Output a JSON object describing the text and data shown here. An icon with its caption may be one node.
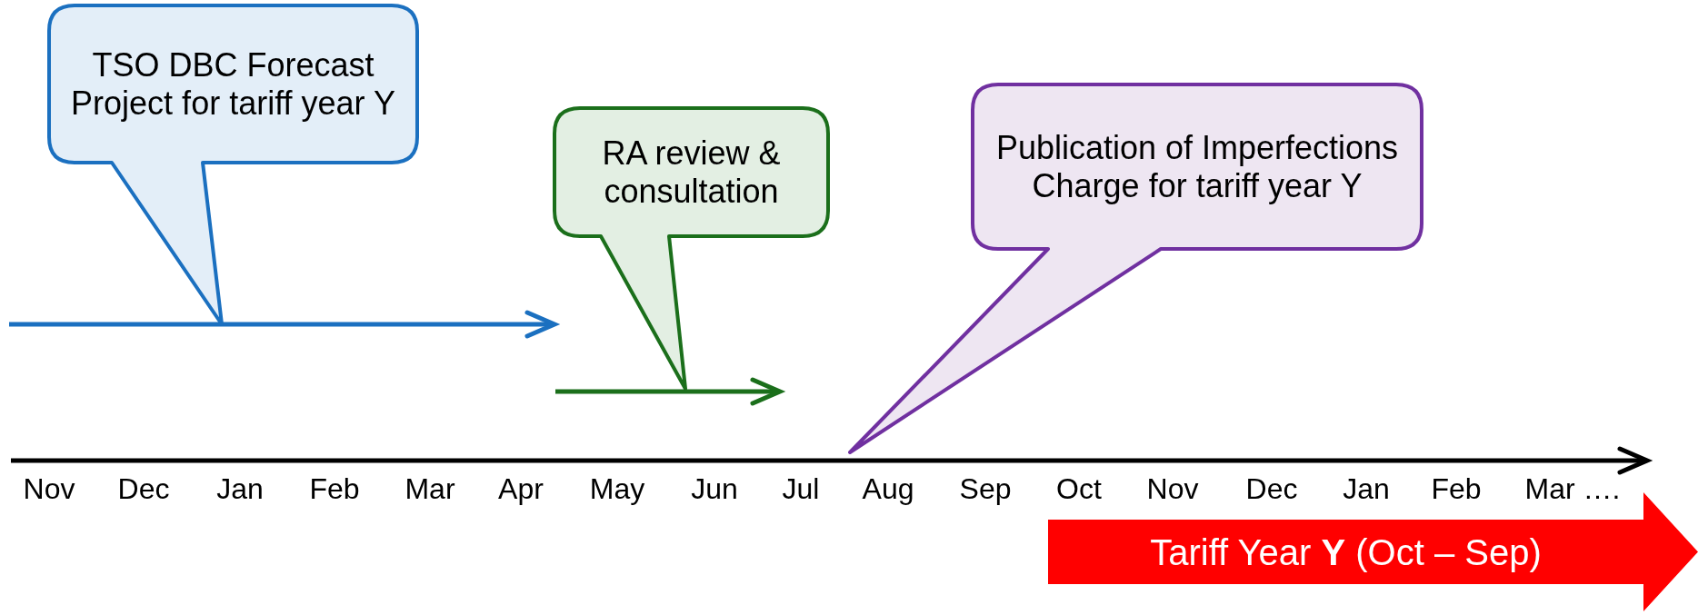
{
  "diagram": {
    "nodes": [
      {
        "text": [
          "TSO DBC Forecast Project for tariff year Y"
        ]
      },
      {
        "text": [
          "RA review & consultation"
        ]
      },
      {
        "text": [
          "Publication of Imperfections Charge for tariff year Y"
        ]
      },
      {
        "text": [
          "Tariff Year **Y** (Oct – Sep)"
        ]
      }
    ],
    "labels": [
      "Nov",
      "Dec",
      "Jan",
      "Feb",
      "Mar",
      "Apr",
      "May",
      "Jun",
      "Jul",
      "Aug",
      "Sep",
      "Oct",
      "Nov",
      "Dec",
      "Jan",
      "Feb",
      "Mar …."
    ]
  }
}
